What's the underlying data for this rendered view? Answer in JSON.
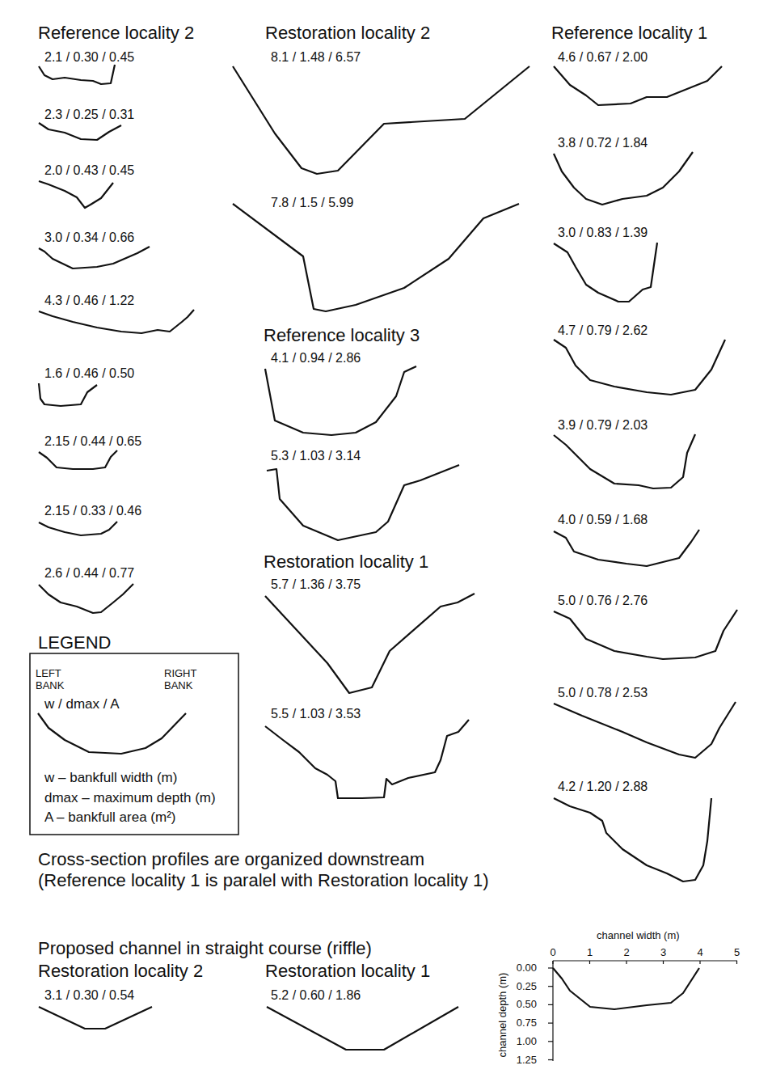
{
  "diagram": {
    "labels": [
      "Reference locality 2",
      "2.1 / 0.30 / 0.45",
      "2.3 / 0.25 / 0.31",
      "2.0 / 0.43 / 0.45",
      "3.0 / 0.34 / 0.66",
      "4.3 / 0.46 / 1.22",
      "1.6 / 0.46 / 0.50",
      "2.15 / 0.44 / 0.65",
      "2.15 / 0.33 / 0.46",
      "2.6 / 0.44 / 0.77",
      "LEGEND",
      "LEFT BANK",
      "RIGHT BANK",
      "w / dmax / A",
      "Restoration locality 2",
      "8.1 / 1.48 / 6.57",
      "7.8 / 1.5 / 5.99",
      "Reference locality 3",
      "4.1 / 0.94 / 2.86",
      "5.3 / 1.03 / 3.14",
      "Restoration locality 1",
      "5.7 / 1.36 / 3.75",
      "5.5 / 1.03 / 3.53",
      "Reference locality 1",
      "4.6 / 0.67 / 2.00",
      "3.8 / 0.72 / 1.84",
      "3.0 / 0.83 / 1.39",
      "4.7 / 0.79 / 2.62",
      "3.9 / 0.79 / 2.03",
      "4.0 / 0.59 / 1.68",
      "5.0 / 0.76 / 2.76",
      "5.0 / 0.78 / 2.53",
      "4.2 / 1.20 / 2.88",
      "Cross-section profiles are organized downstream",
      "(Reference locality 1 is paralel with Restoration locality 1)",
      "Proposed channel in straight course (riffle)",
      "Restoration locality 2",
      "Restoration locality 1",
      "3.1 / 0.30 / 0.54",
      "5.2 / 0.60 / 1.86",
      "channel width (m)",
      "0",
      "1",
      "2",
      "3",
      "4",
      "5",
      "0.00",
      "0.25",
      "0.50",
      "0.75",
      "1.00",
      "1.25",
      "channel depth (m)"
    ],
    "legend": [
      {
        "text": "w – bankfull width (m)"
      },
      {
        "text": "dmax – maximum depth (m)"
      },
      {
        "text": "A – bankfull area (m²)"
      }
    ]
  }
}
